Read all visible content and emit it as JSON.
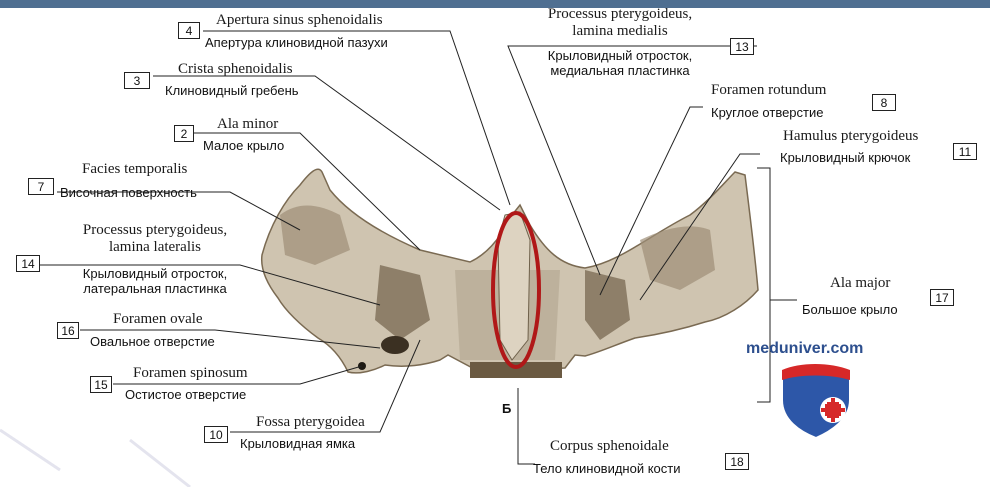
{
  "figure_letter": "Б",
  "watermark": "meduniver.com",
  "labels": [
    {
      "id": "apertura",
      "num": "4",
      "latin": "Apertura sinus sphenoidalis",
      "russian": "Апертура клиновидной пазухи"
    },
    {
      "id": "crista",
      "num": "3",
      "latin": "Crista sphenoidalis",
      "russian": "Клиновидный гребень"
    },
    {
      "id": "ala_minor",
      "num": "2",
      "latin": "Ala minor",
      "russian": "Малое крыло"
    },
    {
      "id": "facies",
      "num": "7",
      "latin": "Facies temporalis",
      "russian": "Височная поверхность"
    },
    {
      "id": "lamina_lat",
      "num": "14",
      "latin": "Processus pterygoideus,",
      "latin2": "lamina lateralis",
      "russian": "Крыловидный отросток,",
      "russian2": "латеральная пластинка"
    },
    {
      "id": "ovale",
      "num": "16",
      "latin": "Foramen ovale",
      "russian": "Овальное отверстие"
    },
    {
      "id": "spinosum",
      "num": "15",
      "latin": "Foramen spinosum",
      "russian": "Остистое отверстие"
    },
    {
      "id": "fossa",
      "num": "10",
      "latin": "Fossa pterygoidea",
      "russian": "Крыловидная ямка"
    },
    {
      "id": "lamina_med",
      "num": "13",
      "latin": "Processus pterygoideus,",
      "latin2": "lamina medialis",
      "russian": "Крыловидный отросток,",
      "russian2": "медиальная пластинка"
    },
    {
      "id": "rotundum",
      "num": "8",
      "latin": "Foramen rotundum",
      "russian": "Круглое отверстие"
    },
    {
      "id": "hamulus",
      "num": "11",
      "latin": "Hamulus pterygoideus",
      "russian": "Крыловидный крючок"
    },
    {
      "id": "ala_major",
      "num": "17",
      "latin": "Ala major",
      "russian": "Большое крыло"
    },
    {
      "id": "corpus",
      "num": "18",
      "latin": "Corpus sphenoidale",
      "russian": "Тело клиновидной кости"
    }
  ],
  "colors": {
    "bone": "#cfc4b0",
    "bone_dark": "#8a7a62",
    "highlight": "#b01818",
    "shield_blue": "#2d57a8",
    "shield_red": "#d62828"
  }
}
